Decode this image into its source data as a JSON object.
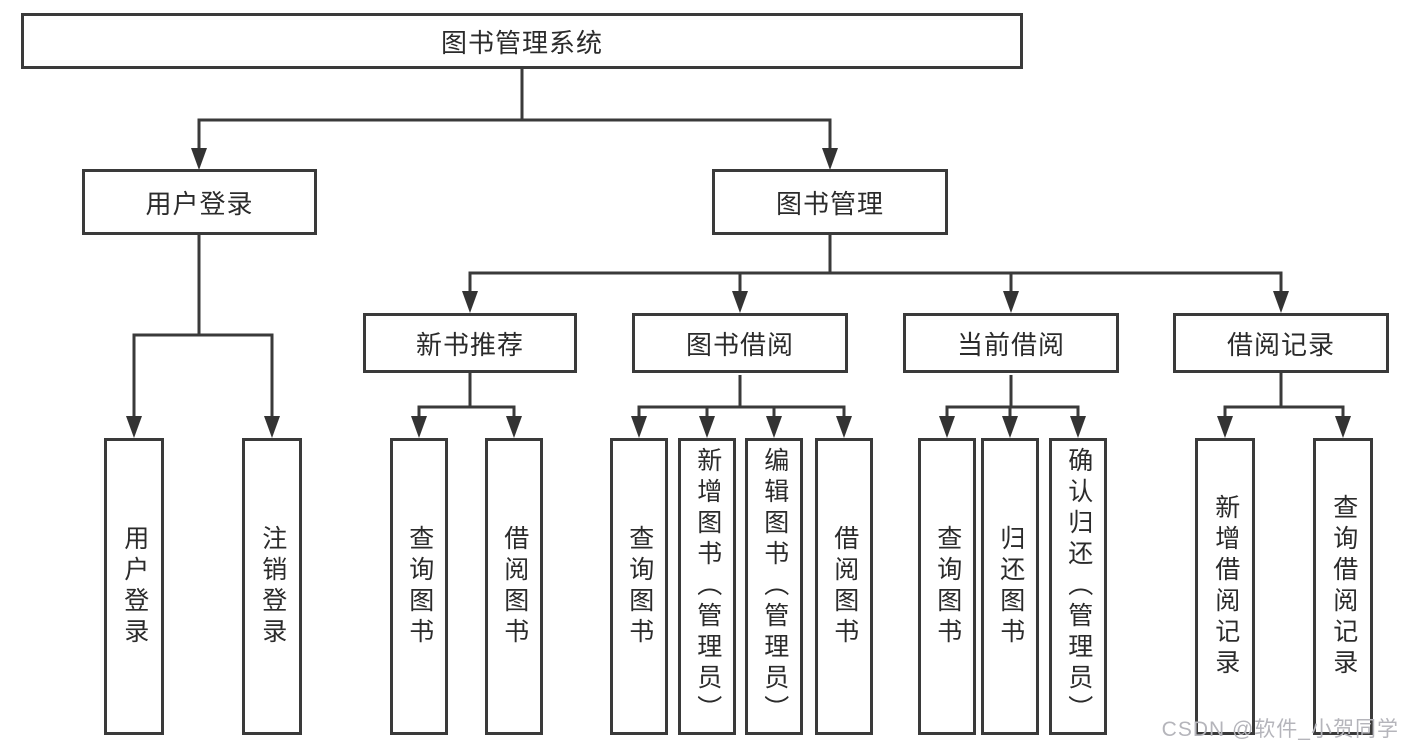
{
  "title": "图书管理系统",
  "tree": {
    "root": {
      "label": "图书管理系统"
    },
    "level2": [
      {
        "label": "用户登录",
        "children": [
          {
            "label": "用户登录"
          },
          {
            "label": "注销登录"
          }
        ]
      },
      {
        "label": "图书管理",
        "children": [
          {
            "label": "新书推荐",
            "children": [
              {
                "label": "查询图书"
              },
              {
                "label": "借阅图书"
              }
            ]
          },
          {
            "label": "图书借阅",
            "children": [
              {
                "label": "查询图书"
              },
              {
                "label": "新增图书（管理员）"
              },
              {
                "label": "编辑图书（管理员）"
              },
              {
                "label": "借阅图书"
              }
            ]
          },
          {
            "label": "当前借阅",
            "children": [
              {
                "label": "查询图书"
              },
              {
                "label": "归还图书"
              },
              {
                "label": "确认归还（管理员）"
              }
            ]
          },
          {
            "label": "借阅记录",
            "children": [
              {
                "label": "新增借阅记录"
              },
              {
                "label": "查询借阅记录"
              }
            ]
          }
        ]
      }
    ]
  },
  "watermark": {
    "text": "CSDN @软件_小贺同学"
  },
  "colors": {
    "line": "#3a3a3a",
    "box_border": "#3a3a3a",
    "box_fill": "#ffffff",
    "text": "#2b2b2b",
    "watermark": "#b5b5bb",
    "background": "#ffffff"
  }
}
